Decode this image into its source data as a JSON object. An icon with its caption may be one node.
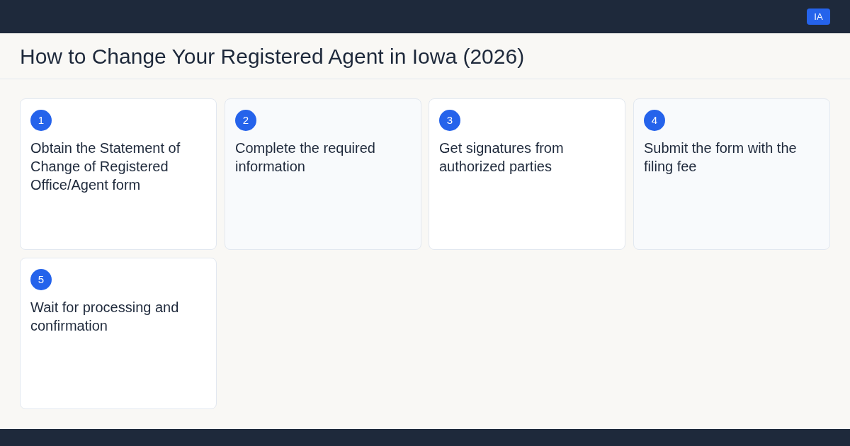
{
  "diagram": {
    "title": "How to Change Your Registered Agent in Iowa (2026)",
    "nodes": [
      {
        "text": [
          "IA"
        ]
      },
      {
        "text": [
          "Obtain the Statement of Change of Registered Office/Agent form"
        ]
      },
      {
        "text": [
          "1"
        ],
        "in": 1
      },
      {
        "text": [
          "Complete the required information"
        ]
      },
      {
        "text": [
          "2"
        ],
        "in": 3
      },
      {
        "text": [
          "Get signatures from authorized parties"
        ]
      },
      {
        "text": [
          "3"
        ],
        "in": 5
      },
      {
        "text": [
          "Submit the form with the filing fee"
        ]
      },
      {
        "text": [
          "4"
        ],
        "in": 7
      },
      {
        "text": [
          "Wait for processing and confirmation"
        ]
      },
      {
        "text": [
          "5"
        ],
        "in": 9
      }
    ]
  }
}
